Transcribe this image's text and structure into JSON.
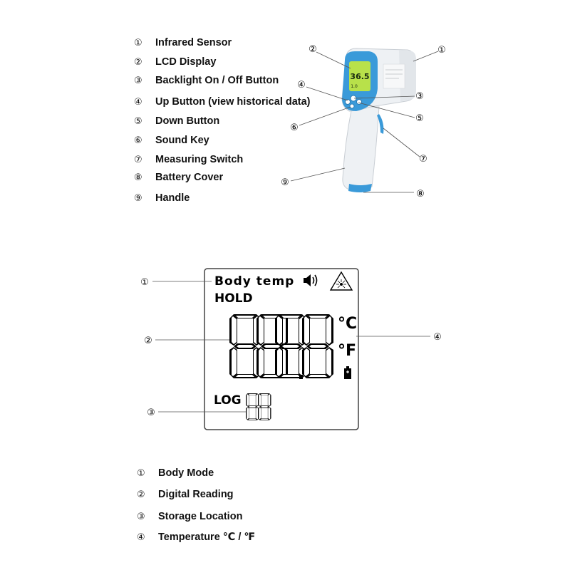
{
  "parts": [
    {
      "num": "①",
      "label": "Infrared Sensor"
    },
    {
      "num": "②",
      "label": "LCD Display"
    },
    {
      "num": "③",
      "label": "Backlight On / Off Button"
    },
    {
      "num": "④",
      "label": "Up Button (view historical data)"
    },
    {
      "num": "⑤",
      "label": "Down Button"
    },
    {
      "num": "⑥",
      "label": "Sound Key"
    },
    {
      "num": "⑦",
      "label": "Measuring Switch"
    },
    {
      "num": "⑧",
      "label": "Battery Cover"
    },
    {
      "num": "⑨",
      "label": "Handle"
    }
  ],
  "device_callouts": [
    "①",
    "②",
    "③",
    "④",
    "⑤",
    "⑥",
    "⑦",
    "⑧",
    "⑨"
  ],
  "device_screen": {
    "reading": "36.5",
    "small": "1.0"
  },
  "lcd": {
    "mode_text": "Body temp",
    "hold_text": "HOLD",
    "digits": "888.8",
    "log_label": "LOG",
    "log_digits": "88",
    "celsius": "°C",
    "fahrenheit": "°F"
  },
  "lcd_callouts": [
    "①",
    "②",
    "③",
    "④"
  ],
  "lcd_legend": [
    {
      "num": "①",
      "label": "Body Mode"
    },
    {
      "num": "②",
      "label": "Digital Reading"
    },
    {
      "num": "③",
      "label": "Storage Location"
    },
    {
      "num": "④",
      "label": "Temperature ℃ / ℉"
    }
  ],
  "colors": {
    "accent_blue": "#3a9ad9",
    "screen_green": "#b8e14a",
    "body_grey": "#e9ecef"
  }
}
